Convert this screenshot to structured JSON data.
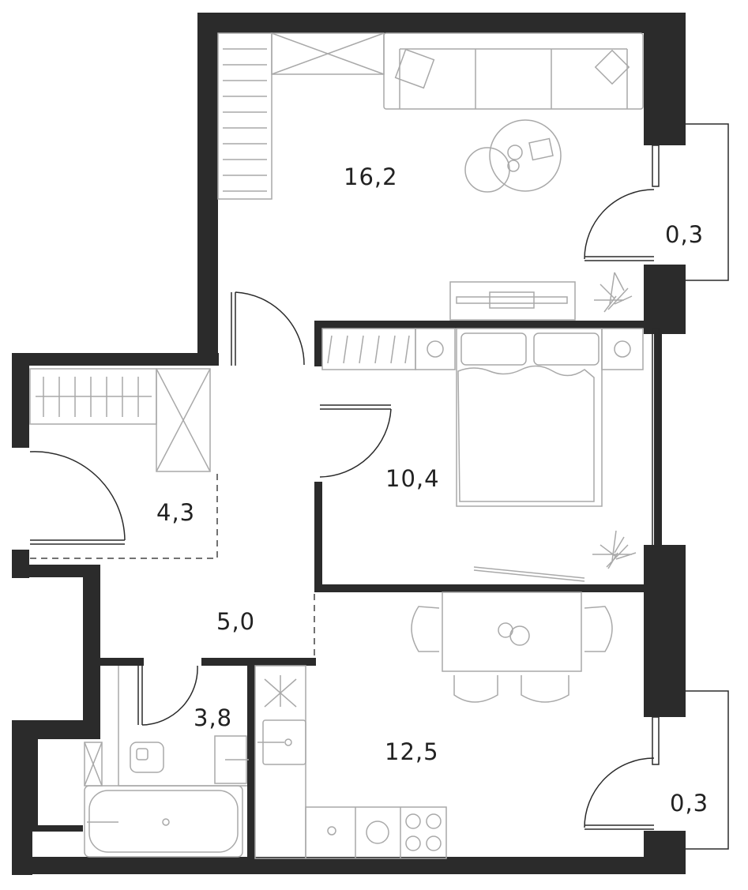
{
  "rooms": {
    "living_room": {
      "area": "16,2"
    },
    "balcony_top": {
      "area": "0,3"
    },
    "bedroom": {
      "area": "10,4"
    },
    "entrance": {
      "area": "4,3"
    },
    "hallway": {
      "area": "5,0"
    },
    "bathroom": {
      "area": "3,8"
    },
    "kitchen": {
      "area": "12,5"
    },
    "balcony_bottom": {
      "area": "0,3"
    }
  },
  "colors": {
    "wall": "#2b2b2b",
    "furniture": "#a9a9a9",
    "text": "#222222",
    "background": "#ffffff"
  }
}
